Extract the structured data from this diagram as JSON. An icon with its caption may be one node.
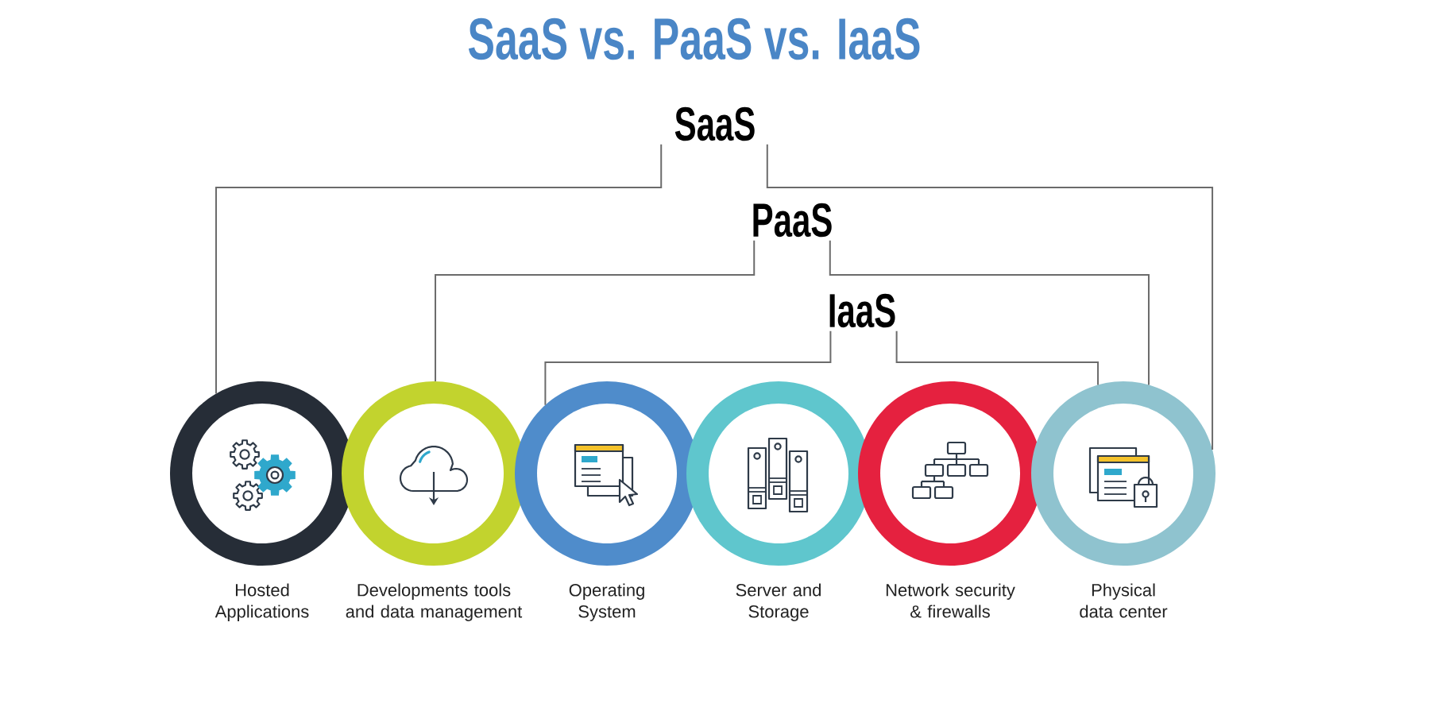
{
  "diagram": {
    "title": "SaaS vs. PaaS vs. IaaS",
    "nodes": [
      {
        "text": [
          "SaaS"
        ]
      },
      {
        "text": [
          "PaaS"
        ]
      },
      {
        "text": [
          "IaaS"
        ]
      },
      {
        "text": [
          "Hosted Applications"
        ]
      },
      {
        "text": [
          "Developments tools and data management"
        ]
      },
      {
        "text": [
          "Operating System"
        ]
      },
      {
        "text": [
          "Server and Storage"
        ]
      },
      {
        "text": [
          "Network security & firewalls"
        ]
      },
      {
        "text": [
          "Physical data center"
        ]
      }
    ],
    "edges": [
      {
        "from": 0,
        "to": 3,
        "arrow": "none"
      },
      {
        "from": 0,
        "to": 8,
        "arrow": "none"
      },
      {
        "from": 1,
        "to": 4,
        "arrow": "none"
      },
      {
        "from": 1,
        "to": 8,
        "arrow": "none"
      },
      {
        "from": 2,
        "to": 5,
        "arrow": "none"
      },
      {
        "from": 2,
        "to": 8,
        "arrow": "none"
      }
    ]
  }
}
